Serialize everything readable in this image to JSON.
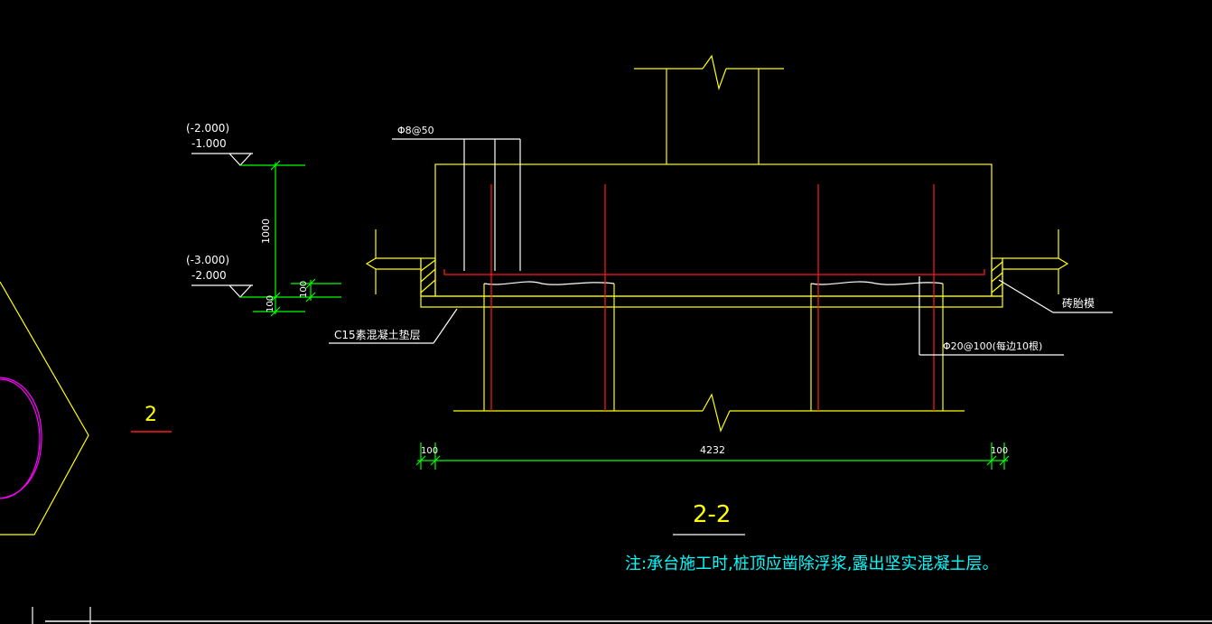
{
  "colors": {
    "background": "#000000",
    "concrete": "#ffff00",
    "rebar": "#ff1a1a",
    "dimension": "#00ff00",
    "leader": "#ffffff",
    "note": "#00ffff",
    "circle": "#ff00ff"
  },
  "elevations": {
    "top_paren": "(-2.000)",
    "top": "-1.000",
    "bottom_paren": "(-3.000)",
    "bottom": "-2.000",
    "dim_height": "1000",
    "dim_cushion_right": "100",
    "dim_cushion_left": "100"
  },
  "labels": {
    "stirrup": "Φ8@50",
    "cushion": "C15素混凝土垫层",
    "brick_mold": "砖胎模",
    "main_rebar": "Φ20@100(每边10根)",
    "left_section_mark": "2"
  },
  "dimensions": {
    "left": "100",
    "middle": "4232",
    "right": "100"
  },
  "section": {
    "title": "2-2",
    "note": "注:承台施工时,桩顶应凿除浮浆,露出坚实混凝土层。"
  }
}
